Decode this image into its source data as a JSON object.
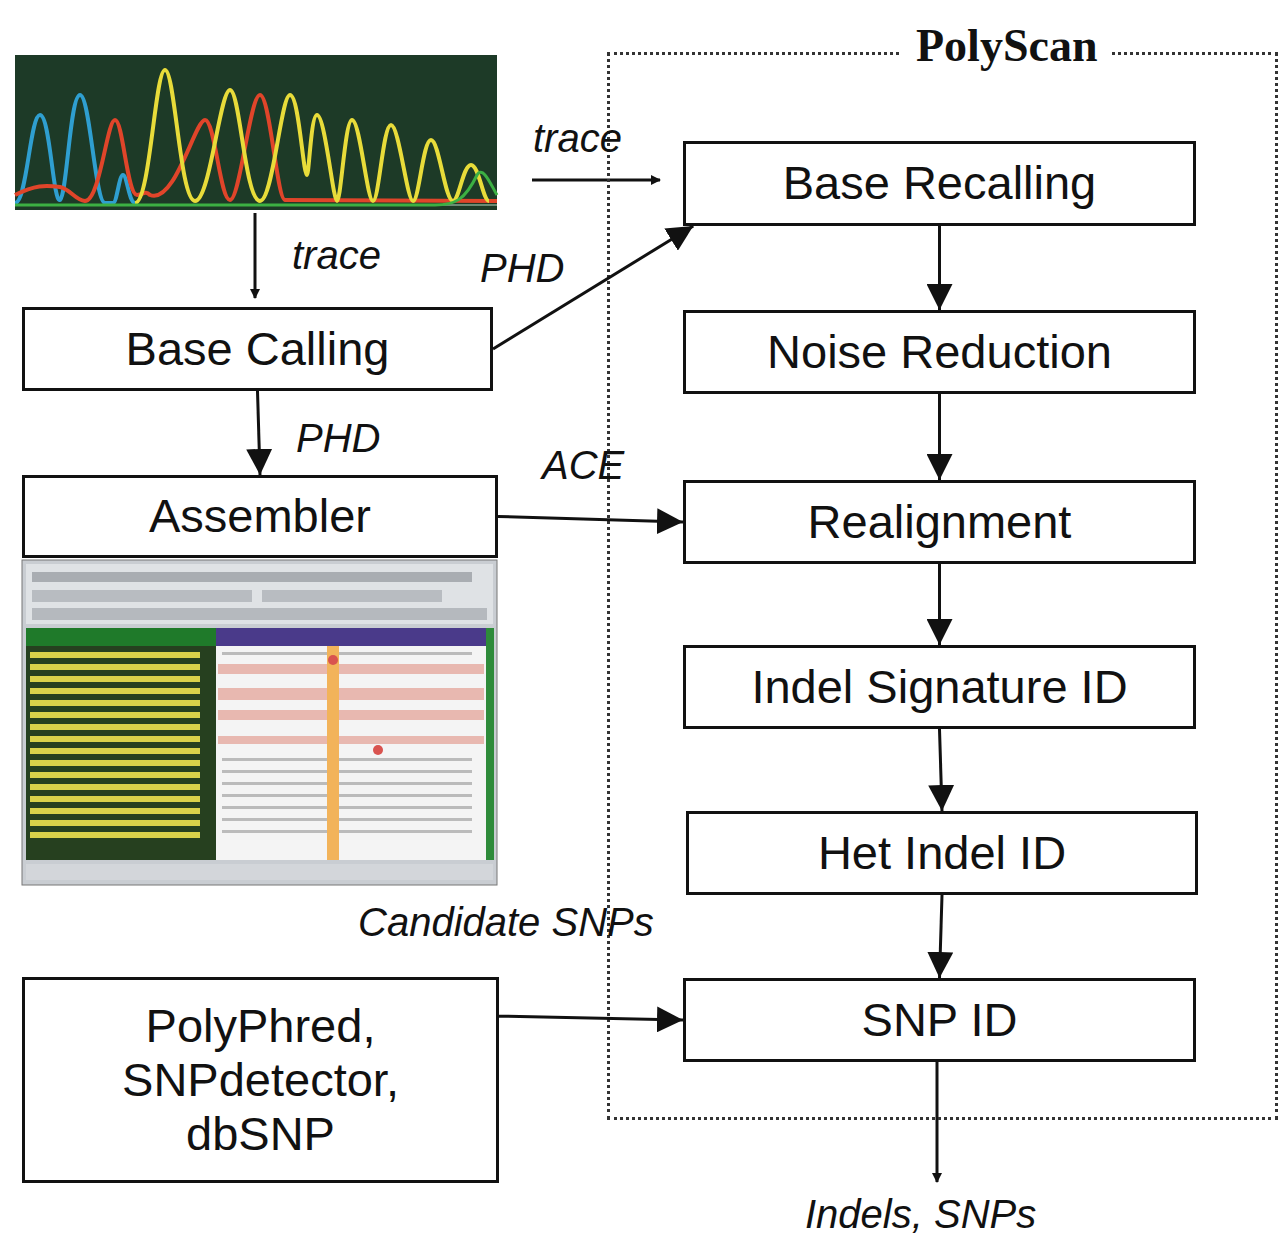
{
  "diagram": {
    "nodes": [
      {
        "text": [
          "PolyScan"
        ]
      },
      {
        "text": [
          "Base Recalling"
        ],
        "in": 0
      },
      {
        "text": [
          "Noise Reduction"
        ],
        "in": 0
      },
      {
        "text": [
          "Realignment"
        ],
        "in": 0
      },
      {
        "text": [
          "Indel Signature ID"
        ],
        "in": 0
      },
      {
        "text": [
          "Het Indel ID"
        ],
        "in": 0
      },
      {
        "text": [
          "SNP ID"
        ],
        "in": 0
      },
      {
        "text": [
          "Base Calling"
        ]
      },
      {
        "text": [
          "Assembler"
        ]
      },
      {
        "text": [
          "PolyPhred, SNPdetector, dbSNP"
        ]
      }
    ],
    "edges": [
      {
        "from": 1,
        "to": 2,
        "arrow": "to"
      },
      {
        "from": 2,
        "to": 3,
        "arrow": "to"
      },
      {
        "from": 3,
        "to": 4,
        "arrow": "to"
      },
      {
        "from": 4,
        "to": 5,
        "arrow": "to"
      },
      {
        "from": 5,
        "to": 6,
        "arrow": "to"
      },
      {
        "from": 7,
        "to": 1,
        "label": "PHD",
        "arrow": "to"
      },
      {
        "from": 7,
        "to": 8,
        "label": "PHD",
        "arrow": "to"
      },
      {
        "from": 8,
        "to": 3,
        "label": "ACE",
        "arrow": "to"
      },
      {
        "from": 9,
        "to": 6,
        "label": "Candidate SNPs",
        "arrow": "to"
      }
    ],
    "labels": [
      "trace",
      "trace",
      "Indels, SNPs"
    ]
  }
}
